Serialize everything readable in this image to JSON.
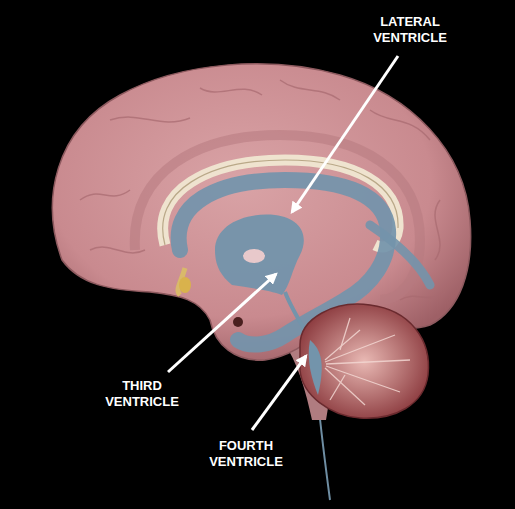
{
  "diagram": {
    "labels": [
      "LATERAL VENTRICLE",
      "THIRD VENTRICLE",
      "FOURTH VENTRICLE"
    ]
  }
}
